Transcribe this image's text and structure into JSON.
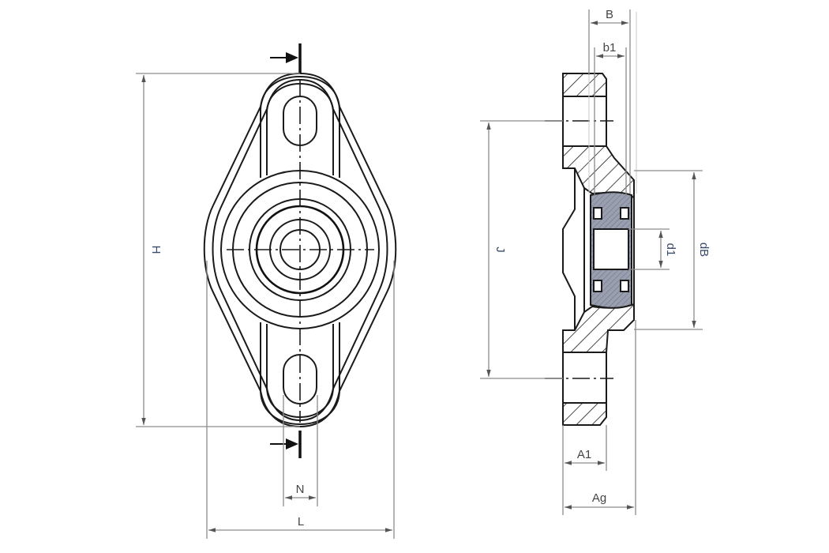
{
  "drawing": {
    "subject": "Two-bolt oval flange bearing unit",
    "views": [
      {
        "name": "front-view",
        "description": "Front elevation with oval flange, two slotted bolt holes, concentric bearing rings"
      },
      {
        "name": "side-section-view",
        "description": "Sectioned side view showing housing and insert bearing"
      }
    ]
  },
  "dimensions": {
    "H": "H",
    "L": "L",
    "N": "N",
    "J": "J",
    "B": "B",
    "b1": "b1",
    "d1": "d1",
    "dB": "dB",
    "A1": "A1",
    "Ag": "Ag"
  },
  "colors": {
    "object_line": "#1a1a1a",
    "dimension_line": "#8c8c8c",
    "label_text": "#444444",
    "bearing_fill": "#9a9fb0",
    "background": "#ffffff"
  }
}
